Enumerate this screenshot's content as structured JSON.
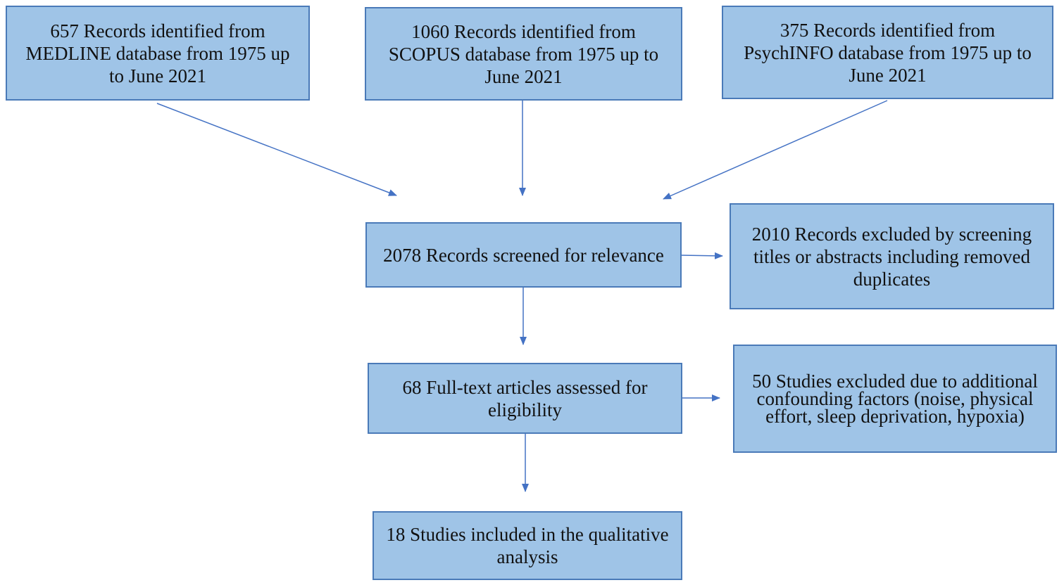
{
  "colors": {
    "box_fill": "#9fc4e7",
    "box_border": "#4a7ab8",
    "arrow": "#4472c4"
  },
  "sources": {
    "medline": "657 Records identified from MEDLINE database from 1975 up to June 2021",
    "scopus": "1060 Records identified from SCOPUS database from 1975 up to June 2021",
    "psychinfo": "375 Records identified from PsychINFO database from 1975 up to June 2021"
  },
  "screening": {
    "screened": "2078 Records screened for relevance",
    "excluded": "2010 Records excluded by screening titles or abstracts including removed duplicates"
  },
  "eligibility": {
    "assessed": "68 Full-text articles assessed for eligibility",
    "excluded": "50 Studies excluded due to additional confounding factors (noise, physical effort, sleep deprivation, hypoxia)"
  },
  "included": {
    "final": "18 Studies included in the qualitative analysis"
  }
}
